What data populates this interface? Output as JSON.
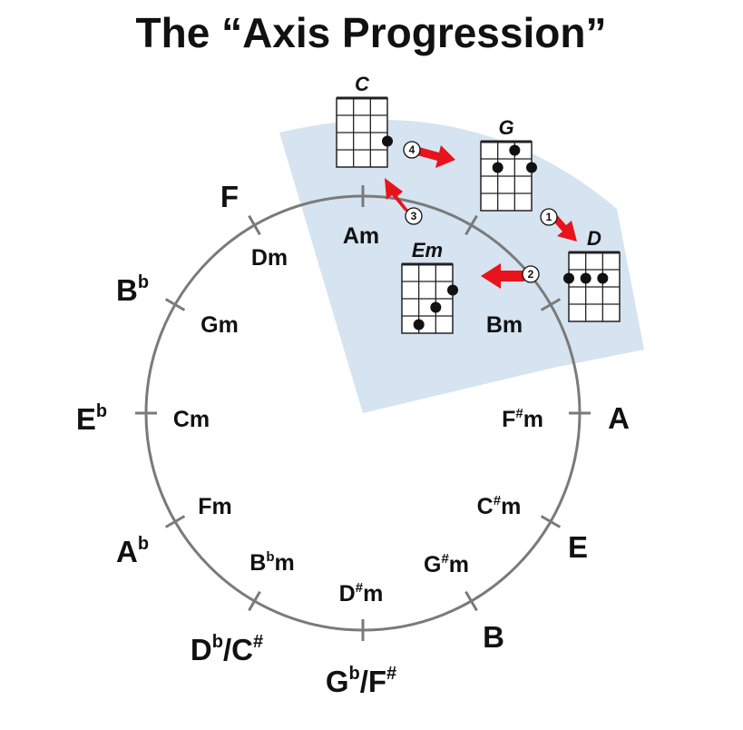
{
  "title": "The “Axis Progression”",
  "colors": {
    "circle": "#7a7a7a",
    "highlight": "#d6e3f0",
    "arrow": "#e8141c",
    "text": "#111111"
  },
  "major_keys": [
    {
      "name": "C",
      "sup": ""
    },
    {
      "name": "G",
      "sup": ""
    },
    {
      "name": "D",
      "sup": ""
    },
    {
      "name": "A",
      "sup": ""
    },
    {
      "name": "E",
      "sup": ""
    },
    {
      "name": "B",
      "sup": ""
    },
    {
      "name": "G",
      "sup": "b",
      "name2": "/F",
      "sup2": "#"
    },
    {
      "name": "D",
      "sup": "b",
      "name2": "/C",
      "sup2": "#"
    },
    {
      "name": "A",
      "sup": "b"
    },
    {
      "name": "E",
      "sup": "b"
    },
    {
      "name": "B",
      "sup": "b"
    },
    {
      "name": "F",
      "sup": ""
    }
  ],
  "minor_keys": [
    {
      "name": "Am",
      "sup": ""
    },
    {
      "name": "Em",
      "sup": ""
    },
    {
      "name": "Bm",
      "sup": ""
    },
    {
      "name": "F",
      "sup": "#",
      "tail": "m"
    },
    {
      "name": "C",
      "sup": "#",
      "tail": "m"
    },
    {
      "name": "G",
      "sup": "#",
      "tail": "m"
    },
    {
      "name": "D",
      "sup": "#",
      "tail": "m"
    },
    {
      "name": "B",
      "sup": "b",
      "tail": "m"
    },
    {
      "name": "Fm",
      "sup": ""
    },
    {
      "name": "Cm",
      "sup": ""
    },
    {
      "name": "Gm",
      "sup": ""
    },
    {
      "name": "Dm",
      "sup": ""
    }
  ],
  "chord_diagrams": [
    {
      "label": "C",
      "dots": [
        [
          3,
          3
        ]
      ]
    },
    {
      "label": "G",
      "dots": [
        [
          1,
          2
        ],
        [
          2,
          1
        ],
        [
          3,
          2
        ]
      ]
    },
    {
      "label": "D",
      "dots": [
        [
          0,
          2
        ],
        [
          1,
          2
        ],
        [
          2,
          2
        ]
      ]
    },
    {
      "label": "Em",
      "dots": [
        [
          1,
          4
        ],
        [
          2,
          3
        ],
        [
          3,
          2
        ]
      ]
    }
  ],
  "steps": [
    "1",
    "2",
    "3",
    "4"
  ]
}
